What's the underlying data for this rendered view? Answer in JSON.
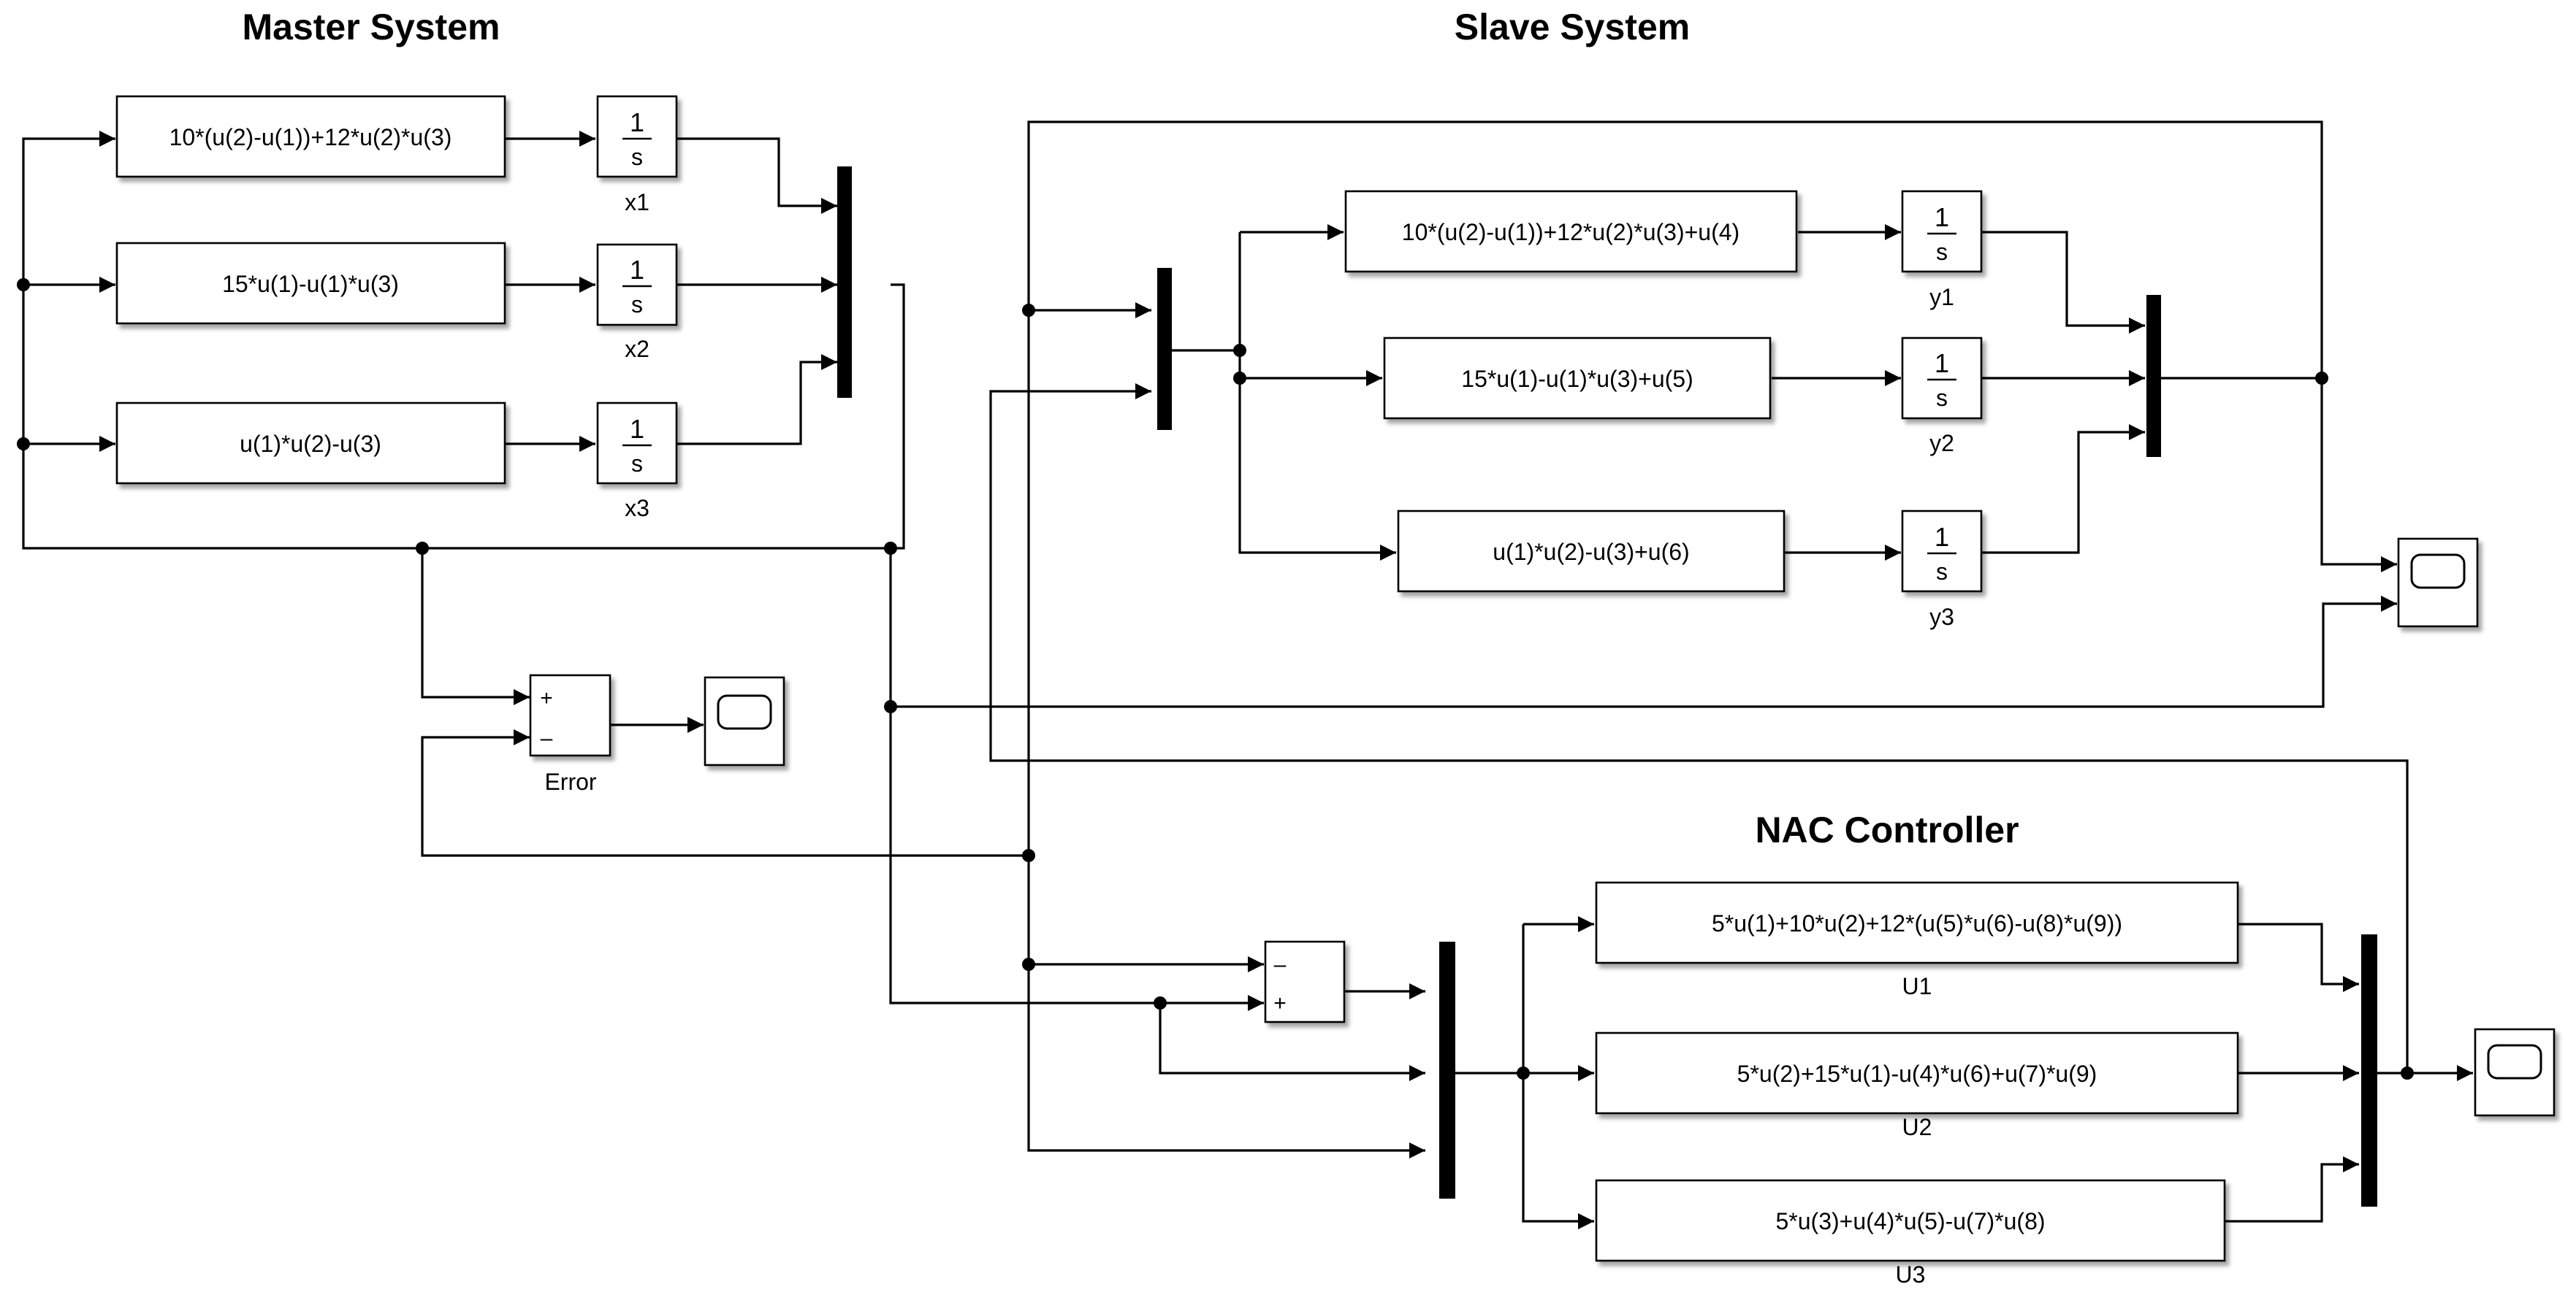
{
  "titles": {
    "master": "Master System",
    "slave": "Slave System",
    "nac": "NAC Controller"
  },
  "master": {
    "fcn1": "10*(u(2)-u(1))+12*u(2)*u(3)",
    "fcn2": "15*u(1)-u(1)*u(3)",
    "fcn3": "u(1)*u(2)-u(3)",
    "int_labels": [
      "x1",
      "x2",
      "x3"
    ]
  },
  "slave": {
    "fcn1": "10*(u(2)-u(1))+12*u(2)*u(3)+u(4)",
    "fcn2": "15*u(1)-u(1)*u(3)+u(5)",
    "fcn3": "u(1)*u(2)-u(3)+u(6)",
    "int_labels": [
      "y1",
      "y2",
      "y3"
    ]
  },
  "integrator": {
    "num": "1",
    "den": "s"
  },
  "error_block": {
    "label": "Error",
    "plus": "+",
    "minus": "–"
  },
  "nac_sum": {
    "minus": "–",
    "plus": "+"
  },
  "controller": {
    "u1_expr": "5*u(1)+10*u(2)+12*(u(5)*u(6)-u(8)*u(9))",
    "u2_expr": "5*u(2)+15*u(1)-u(4)*u(6)+u(7)*u(9)",
    "u3_expr": "5*u(3)+u(4)*u(5)-u(7)*u(8)",
    "labels": [
      "U1",
      "U2",
      "U3"
    ]
  },
  "icons": [
    "scope-icon",
    "integrator-icon",
    "mux-icon",
    "sum-icon"
  ]
}
